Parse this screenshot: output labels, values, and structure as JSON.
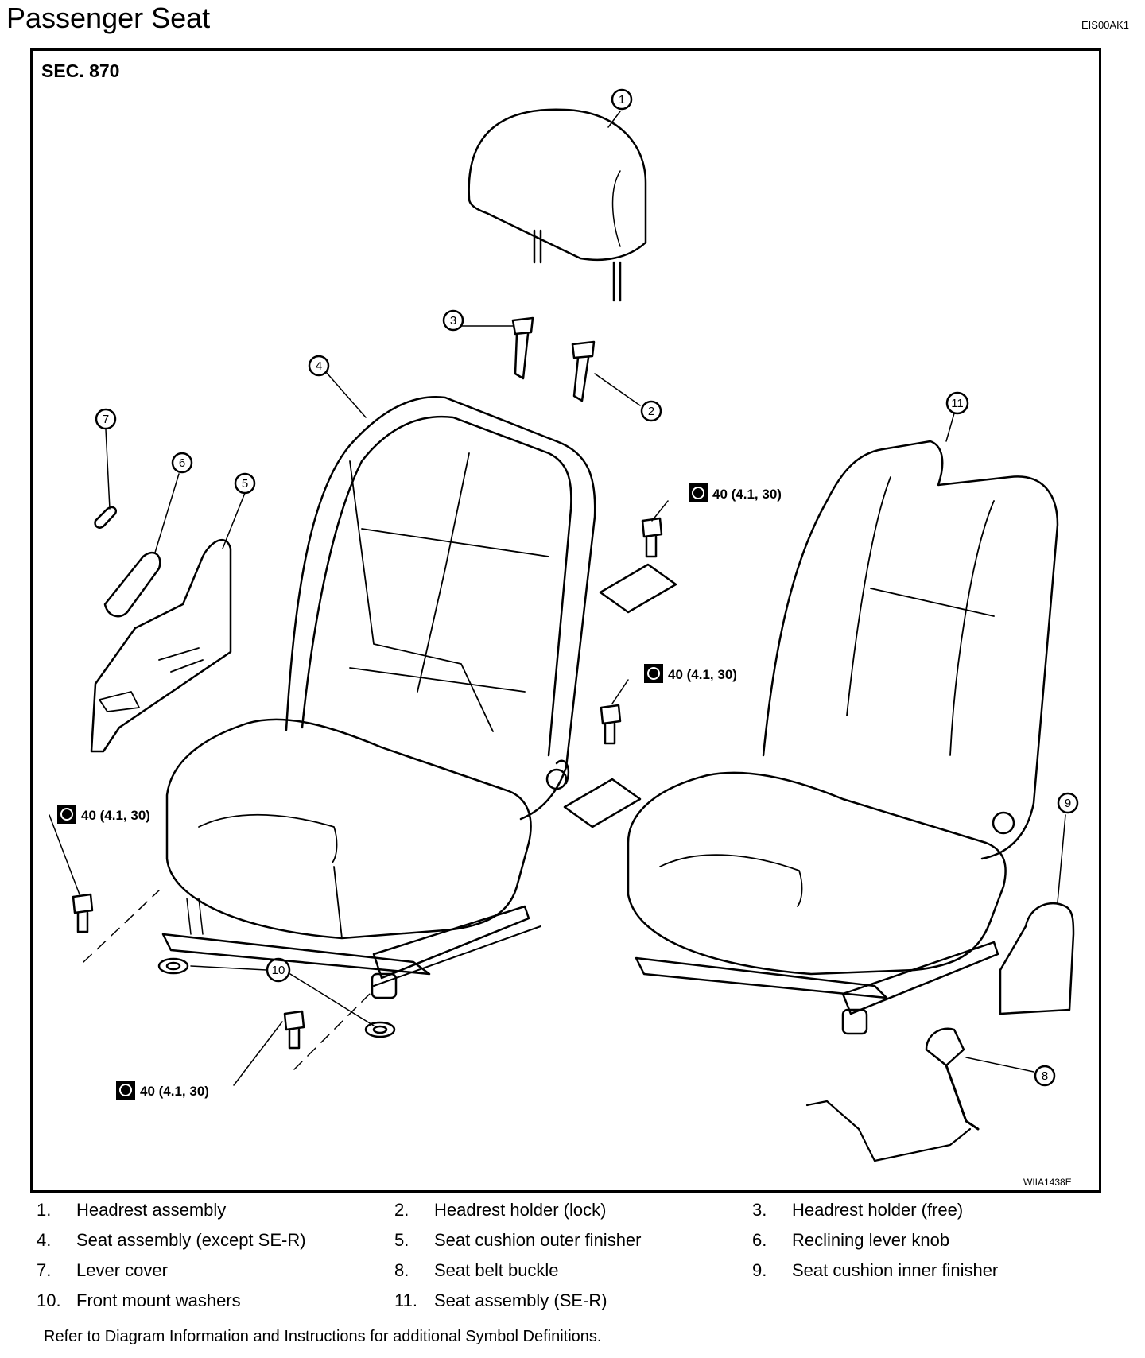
{
  "header": {
    "title": "Passenger Seat",
    "doc_code": "EIS00AK1"
  },
  "diagram": {
    "section_label": "SEC. 870",
    "figure_code": "WIIA1438E",
    "callouts": [
      "1",
      "2",
      "3",
      "4",
      "5",
      "6",
      "7",
      "8",
      "9",
      "10",
      "11"
    ],
    "torque_specs": [
      "40 (4.1, 30)",
      "40 (4.1, 30)",
      "40 (4.1, 30)",
      "40 (4.1, 30)"
    ]
  },
  "legend": [
    {
      "num": "1.",
      "text": "Headrest assembly"
    },
    {
      "num": "2.",
      "text": "Headrest holder (lock)"
    },
    {
      "num": "3.",
      "text": "Headrest holder (free)"
    },
    {
      "num": "4.",
      "text": "Seat assembly (except SE-R)"
    },
    {
      "num": "5.",
      "text": "Seat cushion outer finisher"
    },
    {
      "num": "6.",
      "text": "Reclining lever knob"
    },
    {
      "num": "7.",
      "text": "Lever cover"
    },
    {
      "num": "8.",
      "text": "Seat belt buckle"
    },
    {
      "num": "9.",
      "text": "Seat cushion inner finisher"
    },
    {
      "num": "10.",
      "text": "Front mount washers"
    },
    {
      "num": "11.",
      "text": "Seat assembly (SE-R)"
    }
  ],
  "footnote": "Refer to Diagram Information and Instructions for additional Symbol Definitions."
}
